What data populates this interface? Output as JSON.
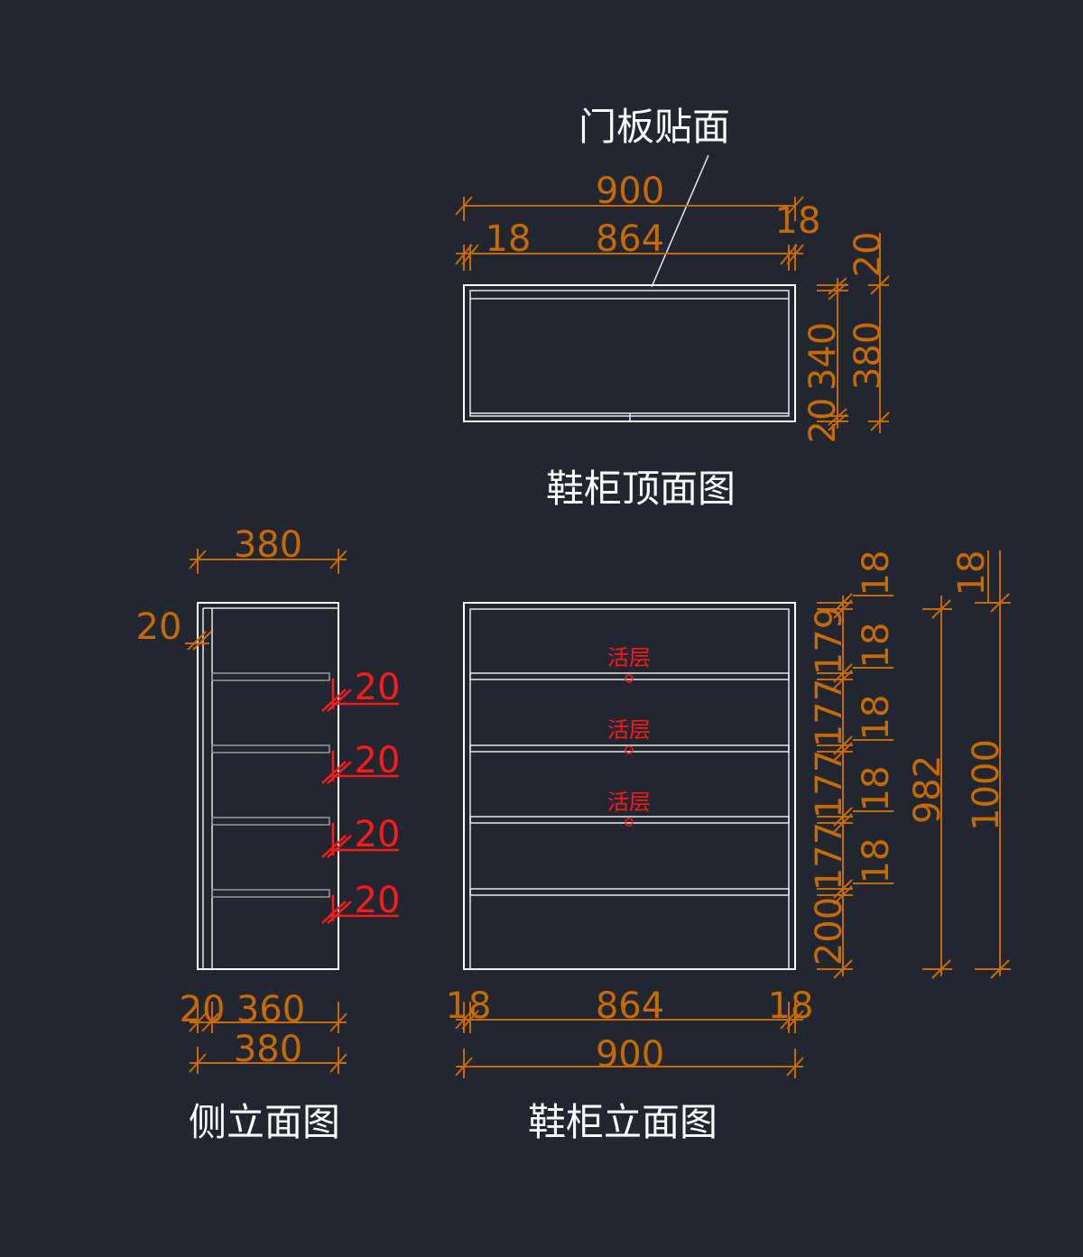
{
  "background": "#212630",
  "colors": {
    "geometry": "#ffffff",
    "dimension": "#c66a00",
    "highlight": "#ff1a1a",
    "shelf_edge": "#9a9a9a"
  },
  "labels": {
    "door_panel_veneer": "门板贴面",
    "top_view_title": "鞋柜顶面图",
    "side_view_title": "侧立面图",
    "front_view_title": "鞋柜立面图",
    "adjustable_shelf": "活层"
  },
  "top_view": {
    "overall_width": "900",
    "inner_width": "864",
    "left_panel": "18",
    "right_panel": "18",
    "depth_total": "380",
    "back_panel": "20",
    "inner_depth": "340",
    "door_thickness": "20"
  },
  "side_view": {
    "depth_top": "380",
    "back_offset": "20",
    "shelf_setbacks": [
      "20",
      "20",
      "20",
      "20"
    ],
    "back_panel": "20",
    "inner_depth": "360",
    "depth_bottom": "380"
  },
  "front_view": {
    "panel_thickness": [
      "18",
      "18",
      "18",
      "18",
      "18"
    ],
    "compartment_heights": [
      "179",
      "177",
      "177",
      "177",
      "200"
    ],
    "inner_height": "982",
    "overall_height": "1000",
    "top_thickness": "18",
    "left_panel": "18",
    "inner_width": "864",
    "right_panel": "18",
    "overall_width": "900"
  }
}
